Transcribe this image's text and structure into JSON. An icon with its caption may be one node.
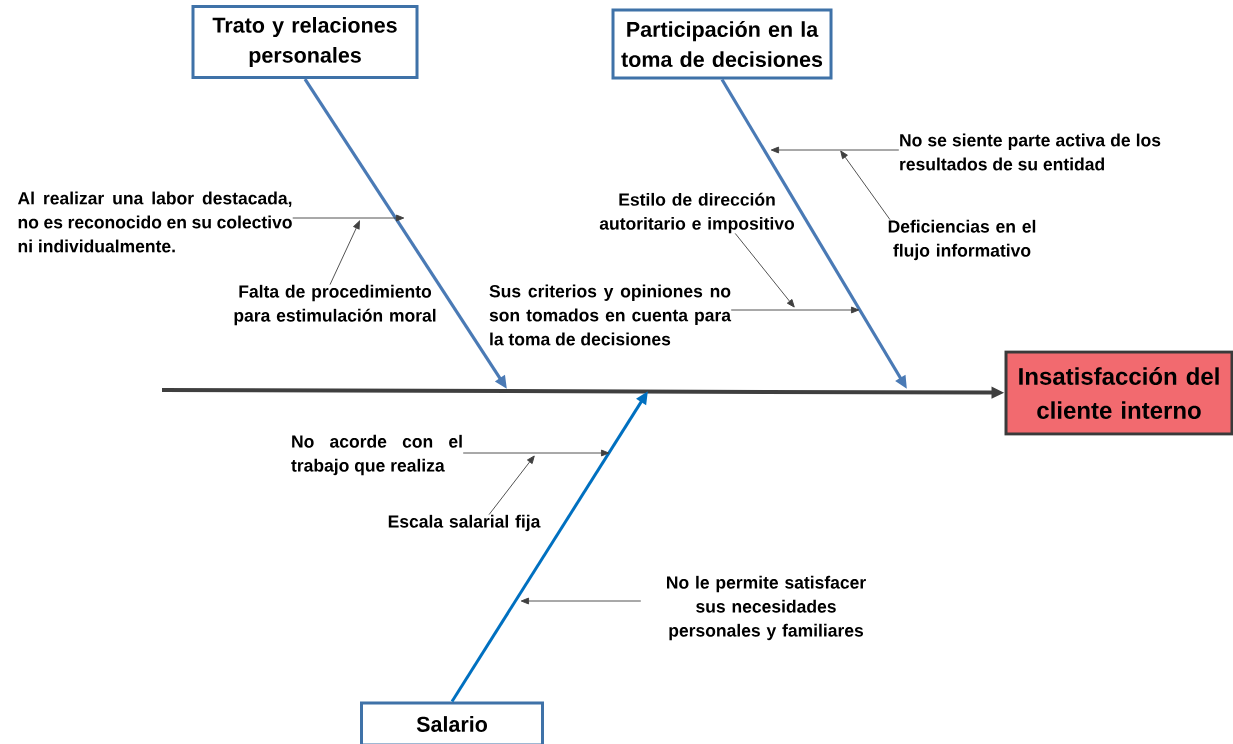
{
  "diagram": {
    "nodes": [
      {
        "text": [
          "Trato y relaciones personales"
        ]
      },
      {
        "text": [
          "Participación en la toma de decisiones"
        ]
      },
      {
        "text": [
          "Insatisfacción del cliente interno"
        ]
      },
      {
        "text": [
          "Salario"
        ]
      },
      {
        "text": [
          "Al realizar una labor destacada, no es reconocido en su colectivo ni individualmente."
        ]
      },
      {
        "text": [
          "Falta de procedimiento para estimulación moral"
        ]
      },
      {
        "text": [
          "No se siente parte activa de los resultados de su entidad"
        ]
      },
      {
        "text": [
          "Deficiencias en el flujo informativo"
        ]
      },
      {
        "text": [
          "Estilo de dirección autoritario e impositivo"
        ]
      },
      {
        "text": [
          "Sus criterios y opiniones no son tomados en cuenta para la toma de decisiones"
        ]
      },
      {
        "text": [
          "No acorde con el trabajo que realiza"
        ]
      },
      {
        "text": [
          "Escala salarial fija"
        ]
      },
      {
        "text": [
          "No le permite satisfacer sus necesidades personales y familiares"
        ]
      }
    ],
    "edges": [
      {
        "from": null,
        "to": 2,
        "arrow": "to",
        "style": "thick",
        "color": "#3f3f3f"
      },
      {
        "from": 0,
        "to": null,
        "arrow": "to",
        "style": "thick",
        "color": "#4a7ab5"
      },
      {
        "from": 1,
        "to": null,
        "arrow": "to",
        "style": "thick",
        "color": "#4a7ab5"
      },
      {
        "from": 3,
        "to": null,
        "arrow": "to",
        "style": "thick",
        "color": "#0070c0"
      },
      {
        "from": 4,
        "to": null,
        "arrow": "to"
      },
      {
        "from": 5,
        "to": null,
        "arrow": "to"
      },
      {
        "from": 6,
        "to": null,
        "arrow": "to"
      },
      {
        "from": 7,
        "to": null,
        "arrow": "to"
      },
      {
        "from": 8,
        "to": null,
        "arrow": "to"
      },
      {
        "from": 9,
        "to": null,
        "arrow": "to"
      },
      {
        "from": 10,
        "to": null,
        "arrow": "to"
      },
      {
        "from": 11,
        "to": null,
        "arrow": "to"
      },
      {
        "from": 12,
        "to": null,
        "arrow": "to"
      }
    ]
  }
}
